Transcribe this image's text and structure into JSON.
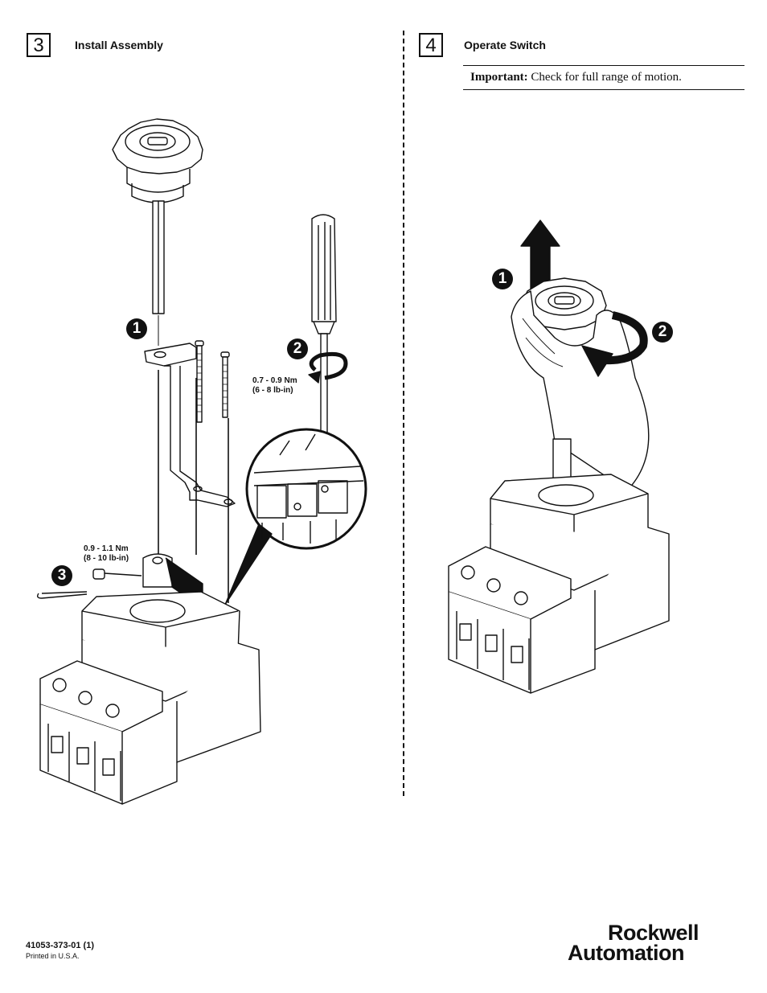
{
  "step3": {
    "number": "3",
    "title": "Install Assembly",
    "callout_1": "1",
    "callout_2": "2",
    "callout_3": "3",
    "torque_screw_line1": "0.7 - 0.9 Nm",
    "torque_screw_line2": "(6 - 8 lb-in)",
    "torque_handle_line1": "0.9 - 1.1 Nm",
    "torque_handle_line2": "(8 - 10 lb-in)"
  },
  "step4": {
    "number": "4",
    "title": "Operate Switch",
    "important_label": "Important:",
    "important_text": " Check for full range of motion.",
    "callout_1": "1",
    "callout_2": "2"
  },
  "footer": {
    "document_number": "41053-373-01 (1)",
    "printed": "Printed in U.S.A.",
    "logo_line1": "Rockwell",
    "logo_line2": "Automation"
  }
}
